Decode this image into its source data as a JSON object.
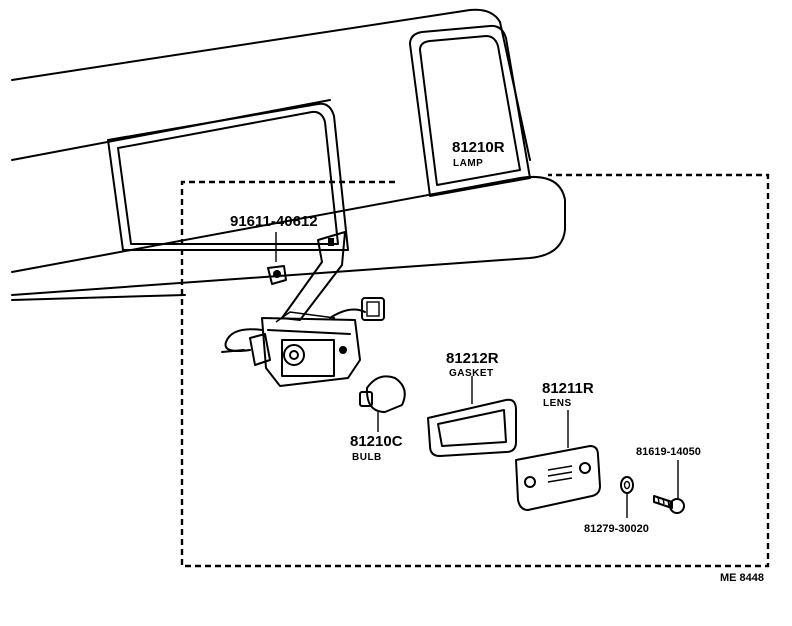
{
  "parts": {
    "lamp": {
      "number": "81210R",
      "name": "LAMP"
    },
    "clip": {
      "number": "91611-40612"
    },
    "gasket": {
      "number": "81212R",
      "name": "GASKET"
    },
    "lens": {
      "number": "81211R",
      "name": "LENS"
    },
    "bulb": {
      "number": "81210C",
      "name": "BULB"
    },
    "screw": {
      "number": "81619-14050"
    },
    "nut": {
      "number": "81279-30020"
    }
  },
  "diagram_ref": "ME 8448"
}
